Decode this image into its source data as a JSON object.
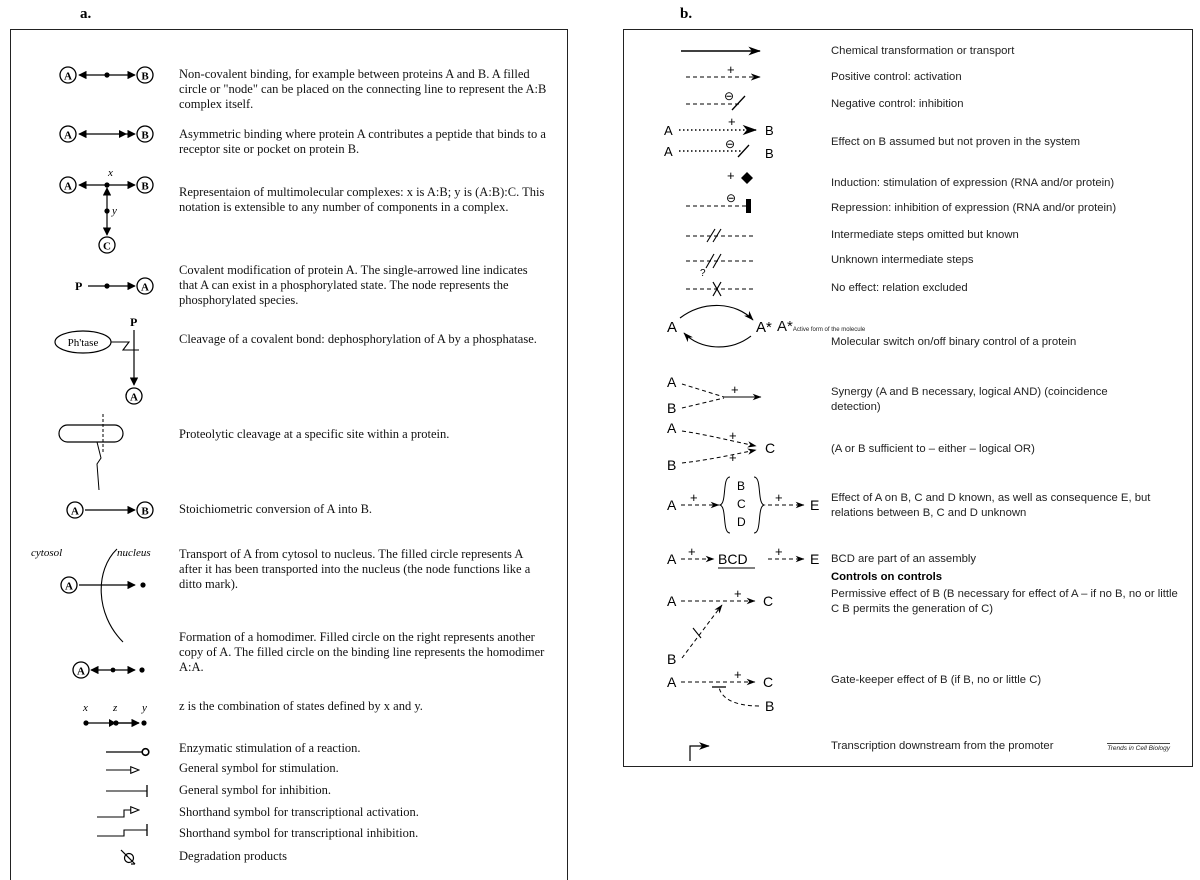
{
  "panel_a": {
    "letter": "a.",
    "rows": [
      {
        "symbol": "non-covalent-binding",
        "text": "Non-covalent binding, for example between proteins A and B.  A filled circle or \"node\" can be placed on the connecting line to represent the A:B complex itself."
      },
      {
        "symbol": "asymmetric-binding",
        "text": "Asymmetric binding where protein A contributes a peptide that binds to a receptor site or pocket on protein B."
      },
      {
        "symbol": "multimolecular-complex",
        "text": "Representaion of multimolecular complexes: x is A:B; y is (A:B):C. This notation is extensible to any number of components in a complex."
      },
      {
        "symbol": "covalent-modification",
        "text": "Covalent modification of protein A. The single-arrowed line indicates that A can exist in a phosphorylated state. The node represents the phosphorylated species."
      },
      {
        "symbol": "bond-cleavage",
        "text": "Cleavage of a covalent bond: dephosphorylation of A by a phosphatase."
      },
      {
        "symbol": "proteolytic-cleavage",
        "text": "Proteolytic cleavage at a specific site within a protein."
      },
      {
        "symbol": "stoichiometric-conversion",
        "text": "Stoichiometric conversion of A into B."
      },
      {
        "symbol": "transport",
        "text": "Transport of A from cytosol to nucleus.  The filled circle represents A after it has been transported into the nucleus (the node functions like a ditto mark)."
      },
      {
        "symbol": "homodimer",
        "text": "Formation of a homodimer.  Filled circle on the right represents another copy of A.  The filled circle on the binding line represents the homodimer A:A."
      },
      {
        "symbol": "state-combination",
        "text": "z is the combination of states defined by x and y."
      },
      {
        "symbol": "enzymatic-stimulation",
        "text": "Enzymatic stimulation of a reaction."
      },
      {
        "symbol": "stimulation",
        "text": "General symbol for stimulation."
      },
      {
        "symbol": "inhibition",
        "text": "General symbol for inhibition."
      },
      {
        "symbol": "transcriptional-activation",
        "text": "Shorthand symbol for transcriptional activation."
      },
      {
        "symbol": "transcriptional-inhibition",
        "text": "Shorthand symbol for transcriptional inhibition."
      },
      {
        "symbol": "degradation",
        "text": "Degradation products"
      }
    ],
    "labels": {
      "A": "A",
      "B": "B",
      "C": "C",
      "P": "P",
      "x": "x",
      "y": "y",
      "z": "z",
      "phtase": "Ph'tase",
      "cytosol": "cytosol",
      "nucleus": "nucleus"
    }
  },
  "panel_b": {
    "letter": "b.",
    "rows": [
      {
        "symbol": "chemical-transformation",
        "text": "Chemical transformation or transport"
      },
      {
        "symbol": "positive-control",
        "text": "Positive control: activation"
      },
      {
        "symbol": "negative-control",
        "text": "Negative control: inhibition"
      },
      {
        "symbol": "assumed-effect",
        "text": "Effect on B assumed but not proven in the system"
      },
      {
        "symbol": "induction",
        "text": "Induction: stimulation of expression (RNA and/or protein)"
      },
      {
        "symbol": "repression",
        "text": "Repression: inhibition of expression (RNA and/or protein)"
      },
      {
        "symbol": "steps-omitted",
        "text": "Intermediate steps omitted but known"
      },
      {
        "symbol": "unknown-steps",
        "text": "Unknown intermediate steps"
      },
      {
        "symbol": "no-effect",
        "text": "No effect: relation excluded"
      },
      {
        "symbol": "molecular-switch",
        "text": "Molecular switch on/off binary control of a protein"
      },
      {
        "symbol": "synergy",
        "text": "Synergy (A and B necessary, logical AND) (coincidence detection)"
      },
      {
        "symbol": "logical-or",
        "text": "(A or B sufficient to – either – logical OR)"
      },
      {
        "symbol": "consequence",
        "text": "Effect of A on B, C and D known, as well as consequence E, but relations between B, C and D unknown"
      },
      {
        "symbol": "assembly",
        "text": "BCD are part of an assembly"
      },
      {
        "symbol": "permissive",
        "text": "Permissive effect of B (B necessary for effect of A – if no B, no or little C  B permits the generation of C)"
      },
      {
        "symbol": "gate-keeper",
        "text": "Gate-keeper effect of B (if B, no or little C)"
      },
      {
        "symbol": "transcription",
        "text": "Transcription downstream from the promoter"
      }
    ],
    "controls_heading": "Controls on controls",
    "active_form_label": "A*",
    "active_form_note": "Active form of the molecule",
    "labels": {
      "A": "A",
      "B": "B",
      "C": "C",
      "D": "D",
      "E": "E",
      "Astar": "A*",
      "BCD": "BCD",
      "q": "?"
    },
    "credit": "Trends in Cell Biology"
  }
}
